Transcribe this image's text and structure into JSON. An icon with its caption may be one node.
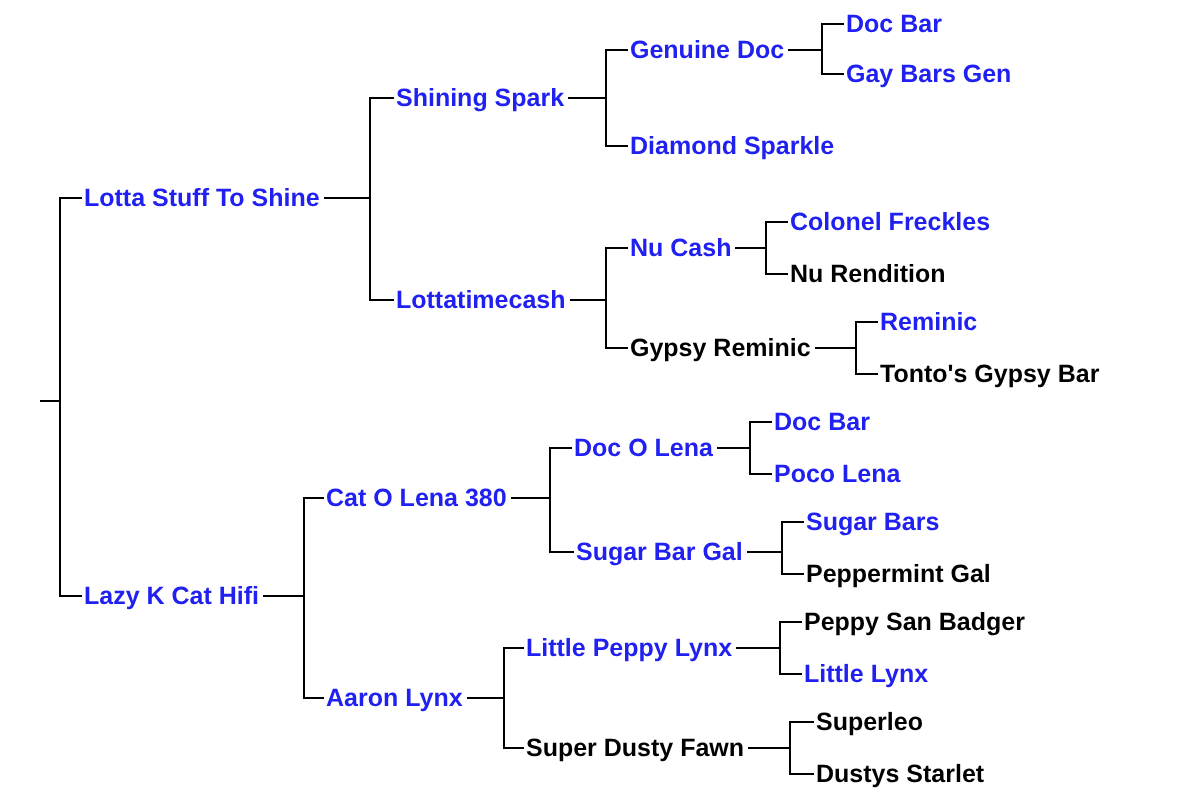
{
  "diagram": {
    "nodes": [
      {
        "text": [],
        "shape": "bar"
      },
      {
        "text": [
          "Lotta Stuff To Shine"
        ]
      },
      {
        "text": [
          "Shining Spark"
        ]
      },
      {
        "text": [
          "Genuine Doc"
        ]
      },
      {
        "text": [
          "Doc Bar"
        ]
      },
      {
        "text": [
          "Gay Bars Gen"
        ]
      },
      {
        "text": [
          "Diamond Sparkle"
        ]
      },
      {
        "text": [
          "Lottatimecash"
        ]
      },
      {
        "text": [
          "Nu Cash"
        ]
      },
      {
        "text": [
          "Colonel Freckles"
        ]
      },
      {
        "text": [
          "Nu Rendition"
        ]
      },
      {
        "text": [
          "Gypsy Reminic"
        ]
      },
      {
        "text": [
          "Reminic"
        ]
      },
      {
        "text": [
          "Tonto's Gypsy Bar"
        ]
      },
      {
        "text": [
          "Lazy K Cat Hifi"
        ]
      },
      {
        "text": [
          "Cat O Lena 380"
        ]
      },
      {
        "text": [
          "Doc O Lena"
        ]
      },
      {
        "text": [
          "Doc Bar"
        ]
      },
      {
        "text": [
          "Poco Lena"
        ]
      },
      {
        "text": [
          "Sugar Bar Gal"
        ]
      },
      {
        "text": [
          "Sugar Bars"
        ]
      },
      {
        "text": [
          "Peppermint Gal"
        ]
      },
      {
        "text": [
          "Aaron Lynx"
        ]
      },
      {
        "text": [
          "Little Peppy Lynx"
        ]
      },
      {
        "text": [
          "Peppy San Badger"
        ]
      },
      {
        "text": [
          "Little Lynx"
        ]
      },
      {
        "text": [
          "Super Dusty Fawn"
        ]
      },
      {
        "text": [
          "Superleo"
        ]
      },
      {
        "text": [
          "Dustys Starlet"
        ]
      }
    ],
    "edges": [
      {
        "from": 0,
        "to": 1,
        "arrow": "none"
      },
      {
        "from": 0,
        "to": 14,
        "arrow": "none"
      },
      {
        "from": 1,
        "to": 2,
        "arrow": "none"
      },
      {
        "from": 1,
        "to": 7,
        "arrow": "none"
      },
      {
        "from": 2,
        "to": 3,
        "arrow": "none"
      },
      {
        "from": 2,
        "to": 6,
        "arrow": "none"
      },
      {
        "from": 3,
        "to": 4,
        "arrow": "none"
      },
      {
        "from": 3,
        "to": 5,
        "arrow": "none"
      },
      {
        "from": 7,
        "to": 8,
        "arrow": "none"
      },
      {
        "from": 7,
        "to": 11,
        "arrow": "none"
      },
      {
        "from": 8,
        "to": 9,
        "arrow": "none"
      },
      {
        "from": 8,
        "to": 10,
        "arrow": "none"
      },
      {
        "from": 11,
        "to": 12,
        "arrow": "none"
      },
      {
        "from": 11,
        "to": 13,
        "arrow": "none"
      },
      {
        "from": 14,
        "to": 15,
        "arrow": "none"
      },
      {
        "from": 14,
        "to": 22,
        "arrow": "none"
      },
      {
        "from": 15,
        "to": 16,
        "arrow": "none"
      },
      {
        "from": 15,
        "to": 19,
        "arrow": "none"
      },
      {
        "from": 16,
        "to": 17,
        "arrow": "none"
      },
      {
        "from": 16,
        "to": 18,
        "arrow": "none"
      },
      {
        "from": 19,
        "to": 20,
        "arrow": "none"
      },
      {
        "from": 19,
        "to": 21,
        "arrow": "none"
      },
      {
        "from": 22,
        "to": 23,
        "arrow": "none"
      },
      {
        "from": 22,
        "to": 26,
        "arrow": "none"
      },
      {
        "from": 23,
        "to": 24,
        "arrow": "none"
      },
      {
        "from": 23,
        "to": 25,
        "arrow": "none"
      },
      {
        "from": 26,
        "to": 27,
        "arrow": "none"
      },
      {
        "from": 26,
        "to": 28,
        "arrow": "none"
      }
    ]
  }
}
